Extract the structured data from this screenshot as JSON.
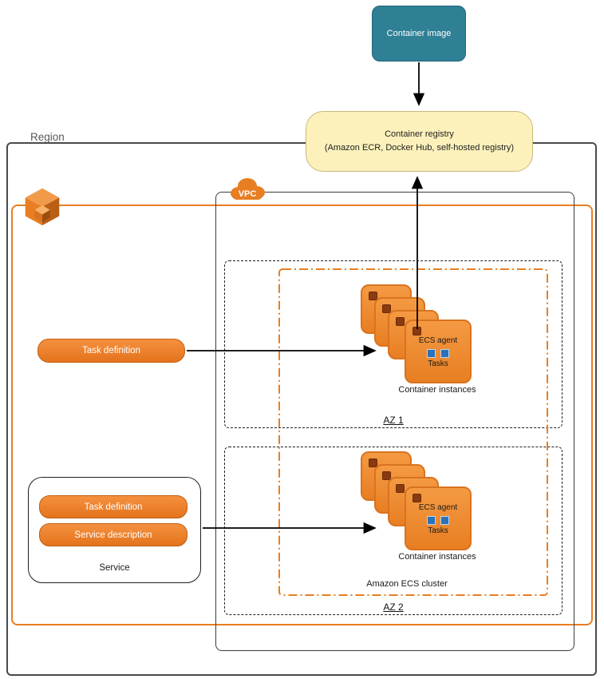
{
  "colors": {
    "teal": "#2f7f95",
    "registry_fill": "#fcf1bb",
    "orange": "#e87e22",
    "orange_dark": "#c05f12",
    "task_blue": "#2d72b8",
    "line": "#000000",
    "region_border": "#4a4a4a"
  },
  "nodes": {
    "container_image": {
      "label": "Container image"
    },
    "registry": {
      "title": "Container registry",
      "subtitle": "(Amazon ECR, Docker Hub, self-hosted registry)"
    },
    "region": {
      "label": "Region"
    },
    "vpc": {
      "label": "VPC"
    },
    "az1": {
      "label": "AZ 1"
    },
    "az2": {
      "label": "AZ 2"
    },
    "ecs_cluster": {
      "label": "Amazon ECS cluster"
    },
    "task_definition": {
      "label": "Task definition"
    },
    "service": {
      "label": "Service",
      "items": [
        {
          "label": "Task definition"
        },
        {
          "label": "Service description"
        }
      ]
    },
    "instances_az1": {
      "agent": "ECS agent",
      "tasks": "Tasks",
      "caption": "Container instances"
    },
    "instances_az2": {
      "agent": "ECS agent",
      "tasks": "Tasks",
      "caption": "Container instances"
    }
  }
}
